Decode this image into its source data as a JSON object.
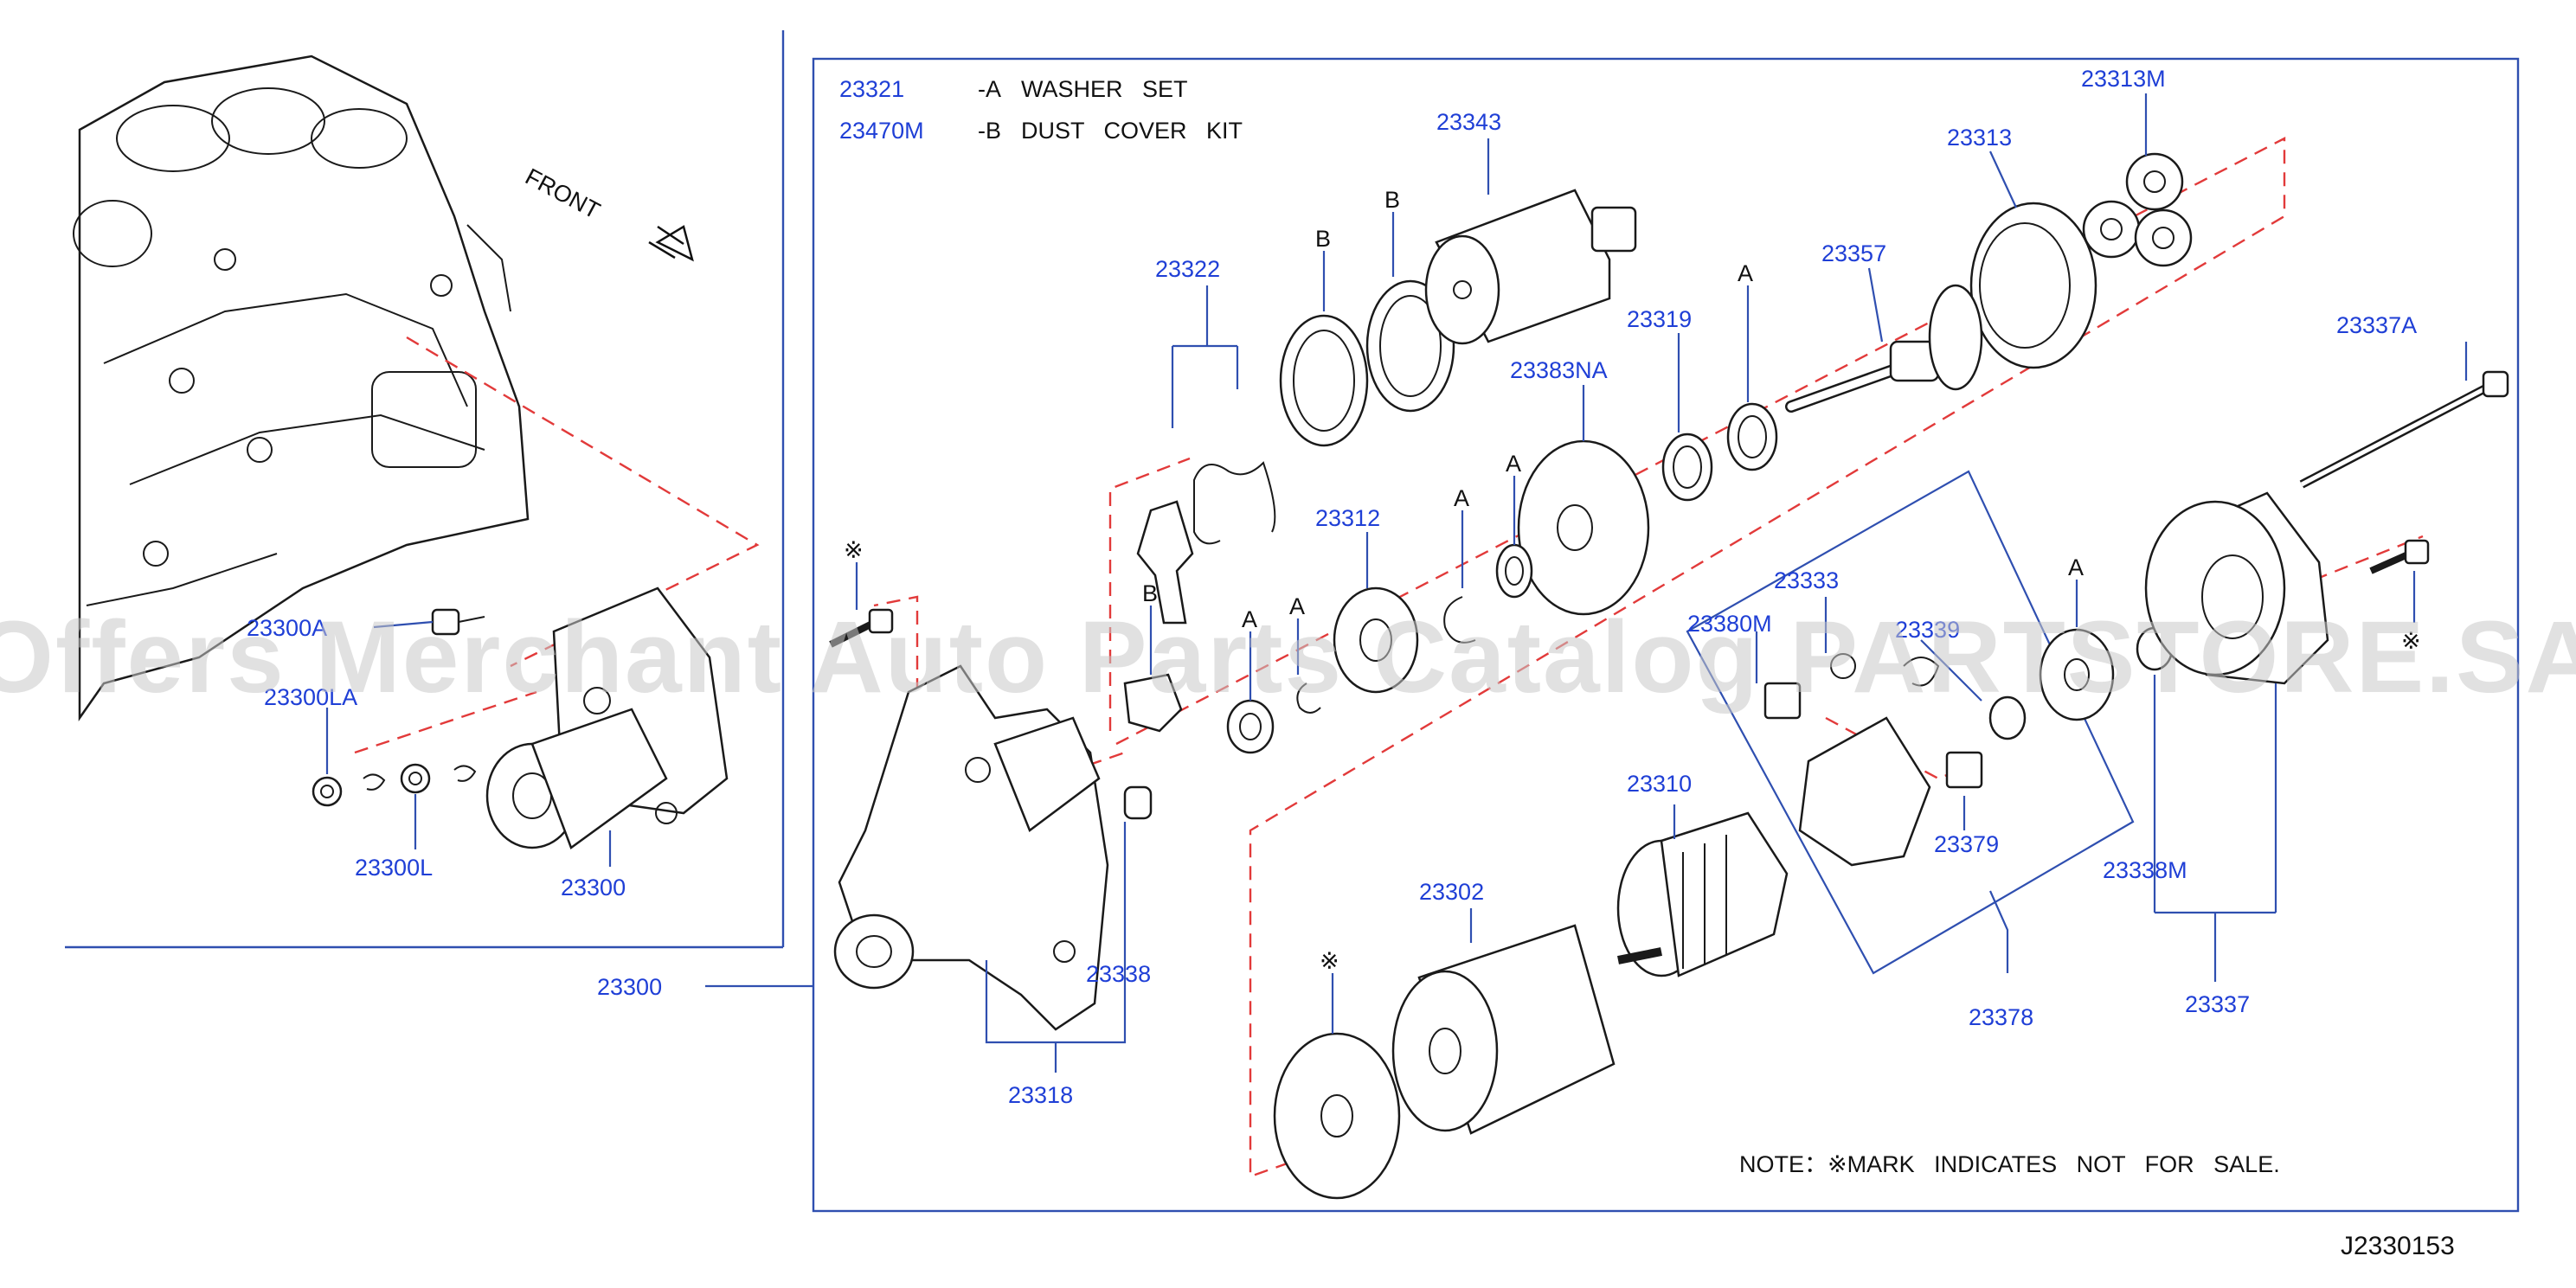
{
  "front_label": "FRONT",
  "legend": [
    {
      "code": "23321",
      "letter": "-A",
      "desc": "WASHER   SET"
    },
    {
      "code": "23470M",
      "letter": "-B",
      "desc": "DUST   COVER   KIT"
    }
  ],
  "part_numbers": {
    "p23300A": "23300A",
    "p23300LA": "23300LA",
    "p23300L": "23300L",
    "p23300_left": "23300",
    "p23300_main": "23300",
    "p23343": "23343",
    "p23313M": "23313M",
    "p23313": "23313",
    "p23322": "23322",
    "p23357": "23357",
    "p23319": "23319",
    "p23383NA": "23383NA",
    "p23337A": "23337A",
    "p23312": "23312",
    "p23333": "23333",
    "p23380M": "23380M",
    "p23339": "23339",
    "p23379": "23379",
    "p23310": "23310",
    "p23338M": "23338M",
    "p23302": "23302",
    "p23338": "23338",
    "p23318": "23318",
    "p23378": "23378",
    "p23337": "23337"
  },
  "letters": {
    "a": "A",
    "b": "B"
  },
  "asterisk": "※",
  "note": "NOTE：※MARK   INDICATES   NOT   FOR   SALE.",
  "diagram_id": "J2330153",
  "watermark": "Offers Merchant Auto Parts Catalog PARTSTORE.SA"
}
